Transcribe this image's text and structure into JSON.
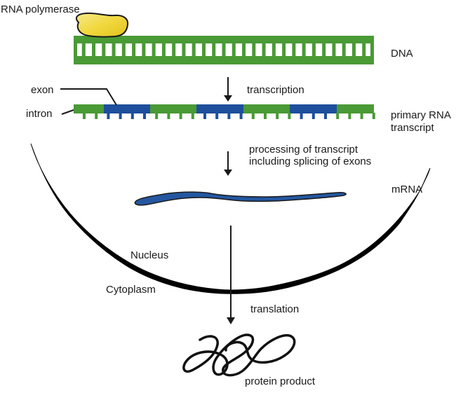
{
  "diagram": {
    "title": "Gene expression: transcription, processing and translation",
    "colors": {
      "dna": "#4a9a35",
      "exon": "#1e4f9c",
      "intron": "#4a9a35",
      "mrna": "#2457a0",
      "polymerase": "#f0d23a",
      "membrane": "#000000",
      "arrow": "#1a1a1a"
    },
    "labels": {
      "rna_polymerase": "RNA polymerase",
      "dna": "DNA",
      "exon": "exon",
      "intron": "intron",
      "transcription": "transcription",
      "primary_rna_transcript": "primary RNA\ntranscript",
      "processing": "processing of transcript\nincluding splicing of exons",
      "mrna": "mRNA",
      "nucleus": "Nucleus",
      "cytoplasm": "Cytoplasm",
      "translation": "translation",
      "protein_product": "protein product"
    },
    "dna": {
      "rung_count": 30
    },
    "primary_transcript": {
      "segments": [
        "intron",
        "exon",
        "intron",
        "exon",
        "intron",
        "exon",
        "intron"
      ]
    },
    "steps": [
      "transcription",
      "processing",
      "translation"
    ]
  }
}
